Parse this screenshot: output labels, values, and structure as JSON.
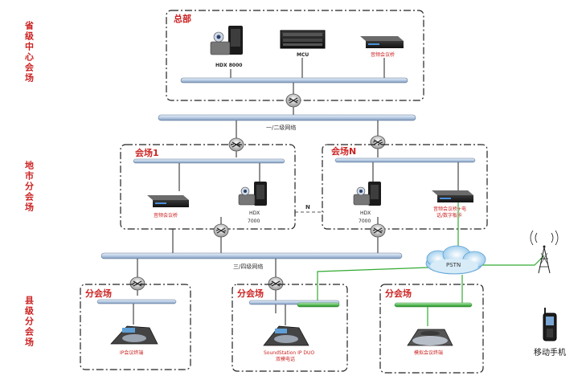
{
  "tiers": {
    "provincial": "省级中心会场",
    "city": "地市分会场",
    "county": "县级分会场"
  },
  "hq": {
    "title": "总部",
    "devices": {
      "hdx8000": "HDX 8000",
      "mcu": "MCU",
      "audio_bridge": "音频会议桥"
    }
  },
  "networks": {
    "level12": "一/二级网络",
    "level34": "三/四级网络",
    "pstn": "PSTN"
  },
  "venue1": {
    "title": "会场1",
    "audio_bridge": "音频会议桥",
    "hdx_line1": "HDX",
    "hdx_line2": "7000"
  },
  "connector_label": "N",
  "venueN": {
    "title": "会场N",
    "hdx_line1": "HDX",
    "hdx_line2": "7000",
    "bridge_line1": "音频会议桥+电",
    "bridge_line2": "话/数字板卡"
  },
  "branch1": {
    "title": "分会场",
    "phone": "IP会议终端"
  },
  "branch2": {
    "title": "分会场",
    "phone_line1": "SoundStation IP DUO",
    "phone_line2": "双模电话"
  },
  "branch3": {
    "title": "分会场",
    "phone": "模拟会议终端"
  },
  "mobile": {
    "label": "移动手机"
  },
  "colors": {
    "accent_red": "#cc2222",
    "bus_fill": "#c8d8ec",
    "phone_line_green": "#33aa33"
  }
}
